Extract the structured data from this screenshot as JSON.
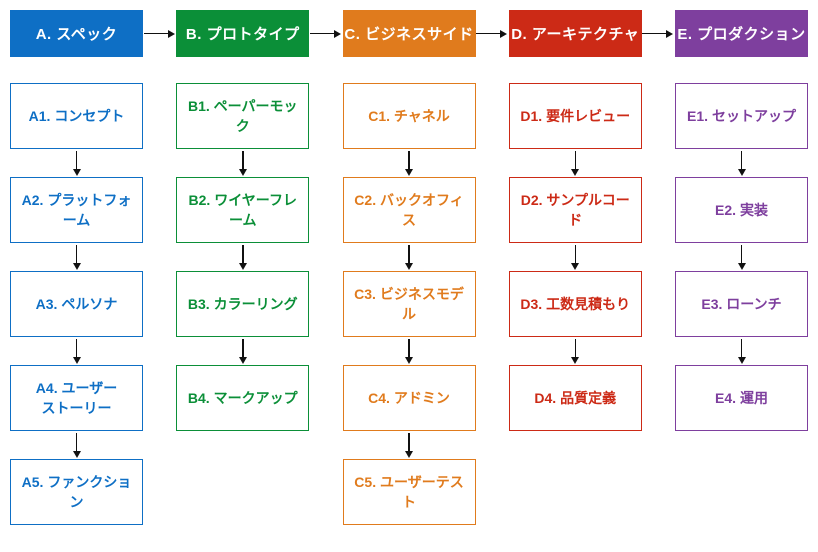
{
  "diagram": {
    "title_implicit": "",
    "arrow_color": "#111111",
    "columns": [
      {
        "id": "A",
        "header": "A. スペック",
        "color": "#0e6fc5",
        "steps": [
          "A1. コンセプト",
          "A2. プラットフォーム",
          "A3. ペルソナ",
          "A4. ユーザー\nストーリー",
          "A5. ファンクション"
        ]
      },
      {
        "id": "B",
        "header": "B. プロトタイプ",
        "color": "#0b8f38",
        "steps": [
          "B1. ペーパーモック",
          "B2. ワイヤーフレーム",
          "B3. カラーリング",
          "B4. マークアップ"
        ]
      },
      {
        "id": "C",
        "header": "C. ビジネスサイド",
        "color": "#e07b1d",
        "steps": [
          "C1. チャネル",
          "C2. バックオフィス",
          "C3. ビジネスモデル",
          "C4. アドミン",
          "C5. ユーザーテスト"
        ]
      },
      {
        "id": "D",
        "header": "D. アーキテクチャ",
        "color": "#cc2a16",
        "steps": [
          "D1. 要件レビュー",
          "D2. サンプルコード",
          "D3. 工数見積もり",
          "D4. 品質定義"
        ]
      },
      {
        "id": "E",
        "header": "E. プロダクション",
        "color": "#7e3f9e",
        "steps": [
          "E1. セットアップ",
          "E2. 実装",
          "E3. ローンチ",
          "E4. 運用"
        ]
      }
    ]
  }
}
